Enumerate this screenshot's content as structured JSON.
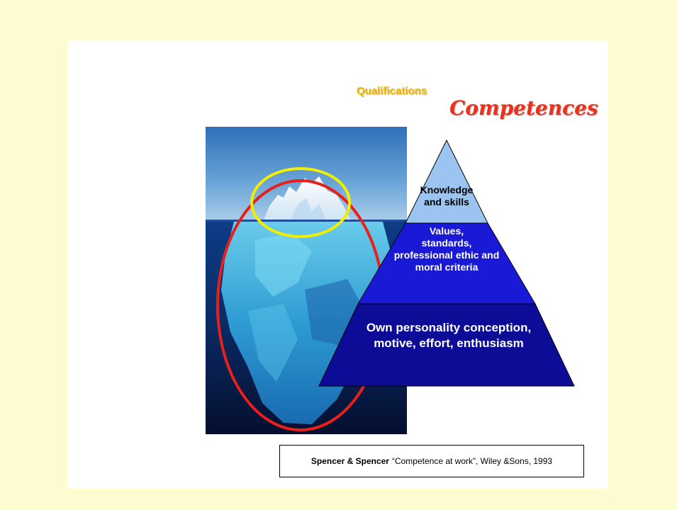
{
  "header": {
    "qualifications_label": "Qualifications",
    "competences_label": "Competences"
  },
  "pyramid": {
    "layers": [
      {
        "label_line1": "Knowledge",
        "label_line2": "and skills",
        "color": "#9cc4f0"
      },
      {
        "label_line1": "Values,",
        "label_line2": "standards,",
        "label_line3": "professional ethic and",
        "label_line4": "moral criteria",
        "color": "#1a1ad6"
      },
      {
        "label_line1": "Own personality conception,",
        "label_line2": "motive, effort, enthusiasm",
        "color": "#0c0c96"
      }
    ]
  },
  "citation": {
    "authors": "Spencer & Spencer",
    "text": "“Competence at work”, Wiley &Sons, 1993"
  },
  "colors": {
    "background": "#fdfcd0",
    "qualifications": "#f5b800",
    "competences": "#e8321e",
    "outer_ellipse": "#e8201a",
    "inner_ellipse": "#f2ee00"
  },
  "icons": [
    "iceberg-photo"
  ]
}
